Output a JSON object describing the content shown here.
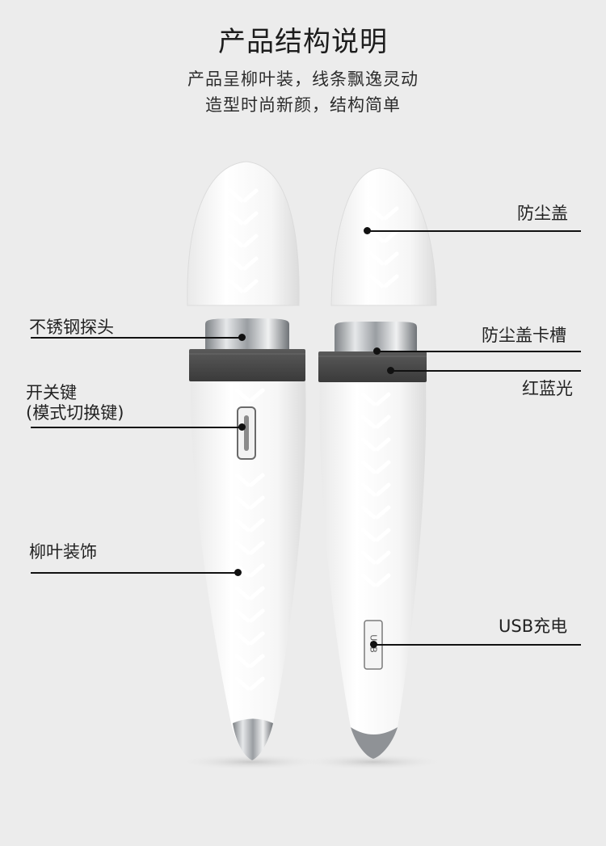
{
  "header": {
    "title": "产品结构说明",
    "subtitle_line1": "产品呈柳叶装，线条飘逸灵动",
    "subtitle_line2": "造型时尚新颜，结构简单"
  },
  "labels": {
    "stainless_probe": "不锈钢探头",
    "switch_key": "开关键",
    "mode_switch_key": "(模式切换键)",
    "willow_decoration": "柳叶装饰",
    "dust_cover": "防尘盖",
    "dust_cover_slot": "防尘盖卡槽",
    "red_blue_light": "红蓝光",
    "usb_charging": "USB充电"
  },
  "port_text": "USB",
  "colors": {
    "background": "#ececec",
    "body_white": "#f7f7f7",
    "dark_band": "#4a4a4a",
    "metal": "#b9bcbf"
  }
}
